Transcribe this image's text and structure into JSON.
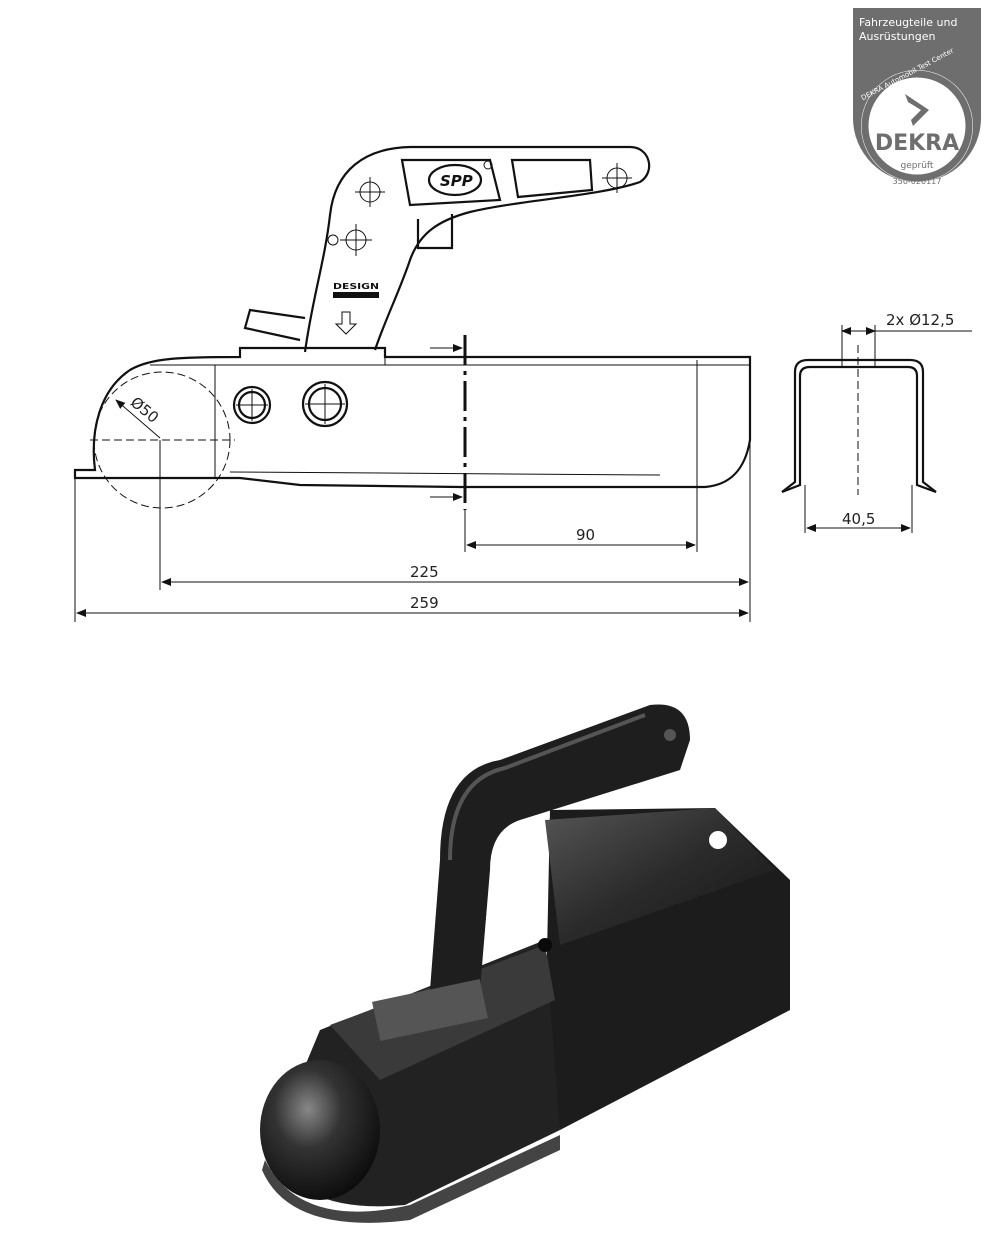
{
  "badge": {
    "line1": "Fahrzeugteile und",
    "line2": "Ausrüstungen",
    "ring_text": "DEKRA Automobil Test Center",
    "brand": "DEKRA",
    "stamp": "geprüft",
    "number": "350-020117",
    "bg_color": "#6e6e6e"
  },
  "drawing": {
    "logo": "SPP",
    "handle_mark": "DESIGN",
    "dim_ball": "Ø50",
    "dim_90": "90",
    "dim_225": "225",
    "dim_259": "259",
    "dim_holes": "2x Ø12,5",
    "dim_width": "40,5"
  },
  "render": {
    "body_color": "#2b2b2b"
  }
}
